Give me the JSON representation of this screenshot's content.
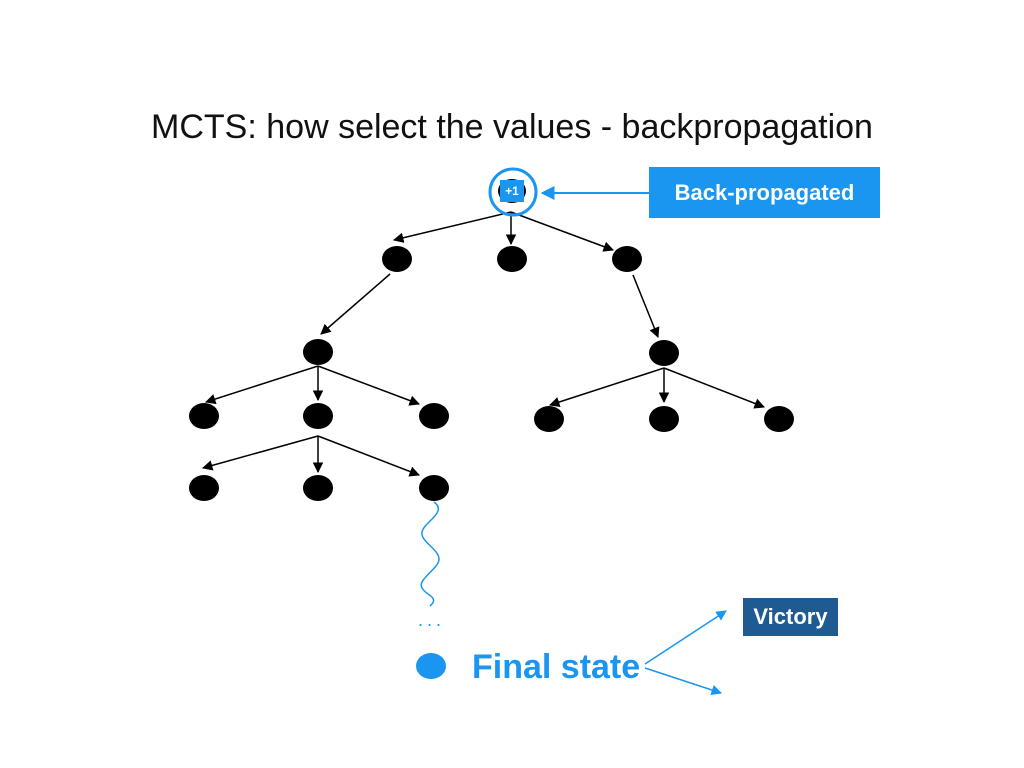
{
  "slide": {
    "title": "MCTS: how select the values - backpropagation"
  },
  "root_badge": {
    "label": "+1"
  },
  "annotations": {
    "backprop_label": "Back-propagated",
    "victory_label": "Victory",
    "final_state_label": "Final state",
    "ellipsis": "..."
  },
  "colors": {
    "accent_blue": "#1a96f0",
    "victory_navy": "#1f5a92",
    "node_black": "#000000"
  }
}
